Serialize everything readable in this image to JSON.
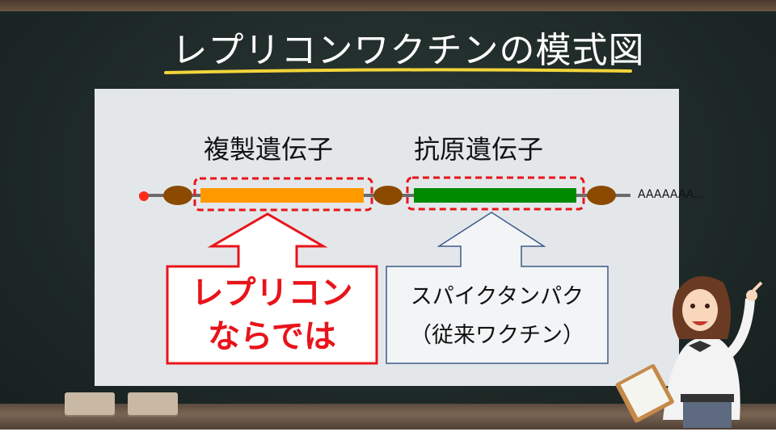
{
  "title": "レプリコンワクチンの模式図",
  "diagram": {
    "replicase_label": "複製遺伝子",
    "antigen_label": "抗原遺伝子",
    "poly_a": "AAAAAAA...",
    "replicon_callout": [
      "レプリコン",
      "ならでは"
    ],
    "antigen_callout": [
      "スパイクタンパク",
      "（従来ワクチン）"
    ]
  },
  "colors": {
    "replicase_bar": "#ff9900",
    "antigen_bar": "#008a00",
    "utr": "#8b4a00",
    "cap": "#ff2a1a",
    "highlight_red": "#e8141a",
    "highlight_blue": "#3d5a8a",
    "underline": "#f2d43a"
  }
}
